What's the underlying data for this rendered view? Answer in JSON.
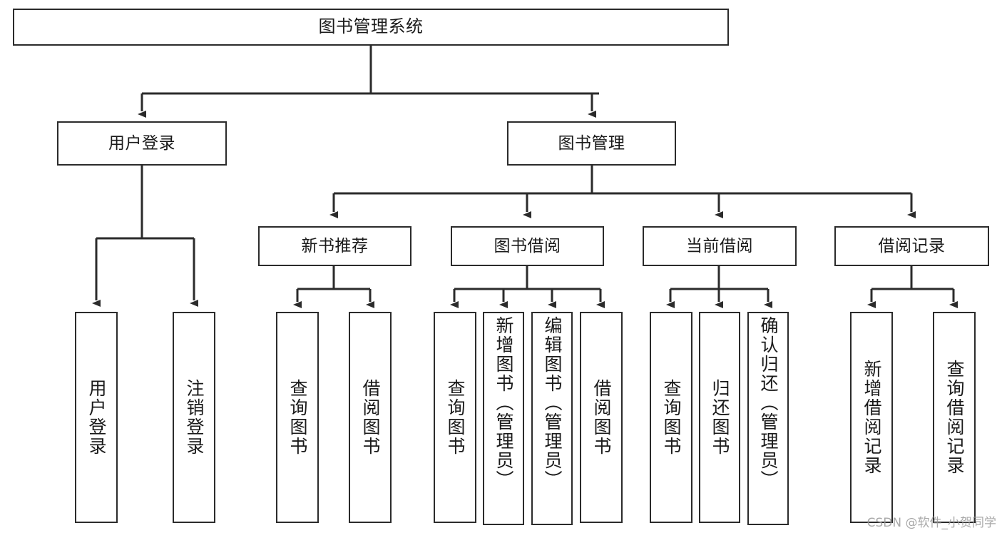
{
  "diagram": {
    "title": "图书管理系统",
    "type": "功能结构图",
    "colors": {
      "stroke": "#2b2b2b",
      "fill": "#ffffff",
      "text": "#1a1a1a",
      "watermark": "#9a9a9a"
    }
  },
  "root": {
    "label": "图书管理系统"
  },
  "level2": [
    {
      "label": "用户登录"
    },
    {
      "label": "图书管理"
    }
  ],
  "level3": [
    {
      "label": "新书推荐"
    },
    {
      "label": "图书借阅"
    },
    {
      "label": "当前借阅"
    },
    {
      "label": "借阅记录"
    }
  ],
  "leaves": {
    "user_login": [
      {
        "label": "用户登录"
      },
      {
        "label": "注销登录"
      }
    ],
    "new_book_recommend": [
      {
        "label": "查询图书"
      },
      {
        "label": "借阅图书"
      }
    ],
    "book_borrow": [
      {
        "label": "查询图书"
      },
      {
        "label": "新增图书（管理员）"
      },
      {
        "label": "编辑图书（管理员）"
      },
      {
        "label": "借阅图书"
      }
    ],
    "current_borrow": [
      {
        "label": "查询图书"
      },
      {
        "label": "归还图书"
      },
      {
        "label": "确认归还（管理员）"
      }
    ],
    "borrow_record": [
      {
        "label": "新增借阅记录"
      },
      {
        "label": "查询借阅记录"
      }
    ]
  },
  "watermark": {
    "text": "CSDN @软件_小贺同学"
  }
}
